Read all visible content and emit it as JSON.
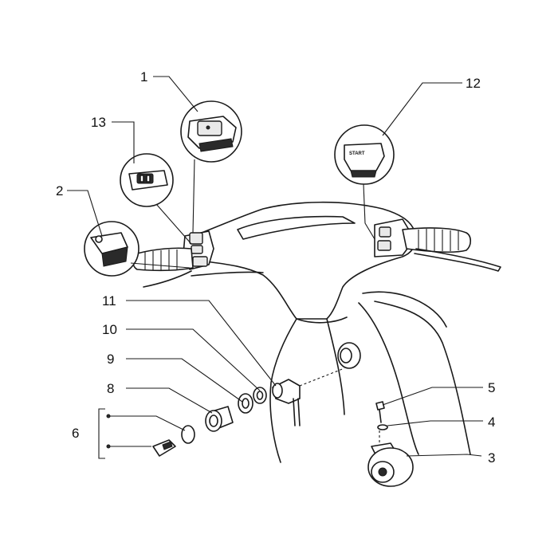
{
  "callouts": {
    "c1": "1",
    "c2": "2",
    "c3": "3",
    "c4": "4",
    "c5": "5",
    "c6": "6",
    "c8": "8",
    "c9": "9",
    "c10": "10",
    "c11": "11",
    "c12": "12",
    "c13": "13"
  },
  "button_labels": {
    "start": "START"
  }
}
